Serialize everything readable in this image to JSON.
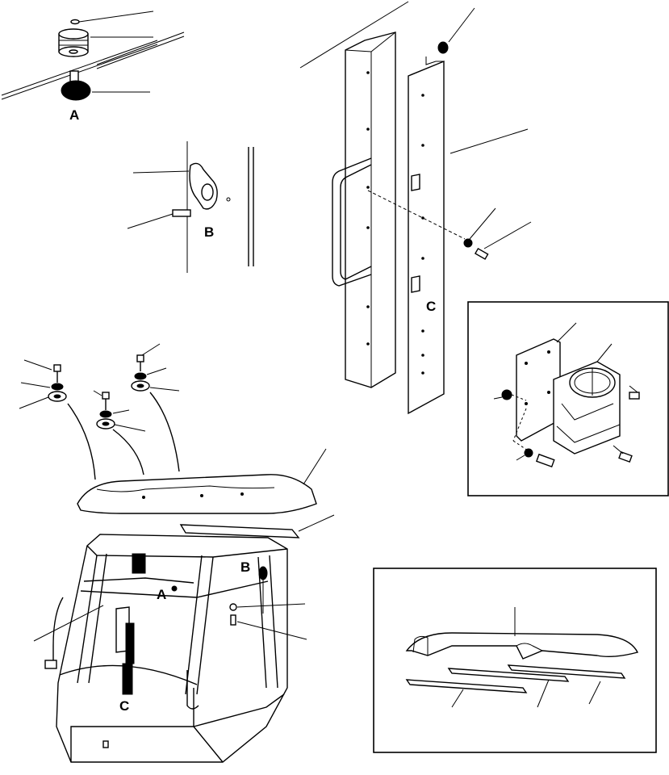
{
  "diagram": {
    "callouts": {
      "a_part": "A",
      "a_cab": "A",
      "b_part": "B",
      "b_cab": "B",
      "c_part": "C",
      "c_cab": "C"
    },
    "colors": {
      "ink": "#000000",
      "paper": "#ffffff"
    }
  }
}
